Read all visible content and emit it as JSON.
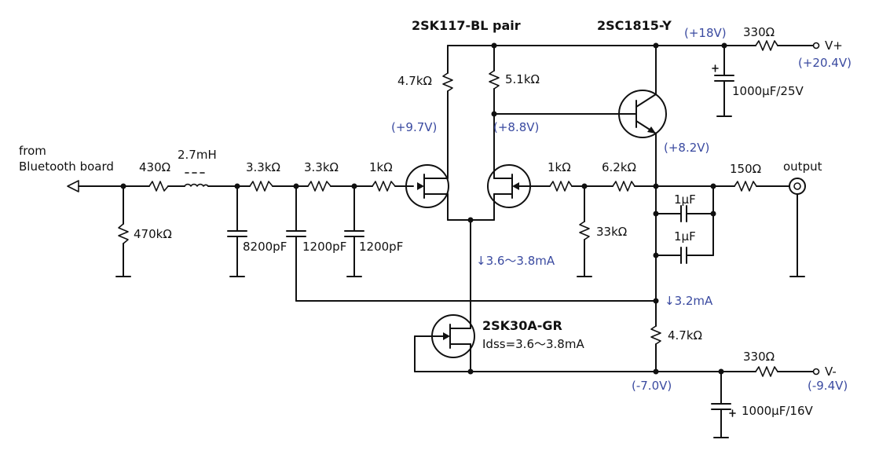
{
  "labels": {
    "input_from": "from",
    "input_board": "Bluetooth board",
    "r_in_series": "430Ω",
    "r_in_shunt": "470kΩ",
    "inductor": "2.7mH",
    "r1": "3.3kΩ",
    "r2": "3.3kΩ",
    "r3": "1kΩ",
    "c1": "8200pF",
    "c2": "1200pF",
    "c3": "1200pF",
    "jfet_pair": "2SK117-BL pair",
    "r_drain_left": "4.7kΩ",
    "r_drain_right": "5.1kΩ",
    "bjt": "2SC1815-Y",
    "r_fb_series": "1kΩ",
    "r_fb": "6.2kΩ",
    "r_fb_shunt": "33kΩ",
    "cap_a": "1μF",
    "cap_b": "1μF",
    "r_out": "150Ω",
    "output": "output",
    "r_vplus": "330Ω",
    "c_vplus": "1000μF/25V",
    "vplus": "V+",
    "r_vminus": "330Ω",
    "c_vminus": "1000μF/16V",
    "vminus": "V-",
    "ccs_jfet": "2SK30A-GR",
    "ccs_idss": "Idss=3.6〜3.8mA",
    "r_emitter": "4.7kΩ"
  },
  "voltages": {
    "v18": "(+18V)",
    "v204": "(+20.4V)",
    "v97": "(+9.7V)",
    "v88": "(+8.8V)",
    "v82": "(+8.2V)",
    "i_ccs": "↓3.6〜3.8mA",
    "i_emitter": "↓3.2mA",
    "vm70": "(-7.0V)",
    "vm94": "(-9.4V)"
  },
  "colors": {
    "wire": "#111111",
    "voltage": "#3a4aa0"
  }
}
